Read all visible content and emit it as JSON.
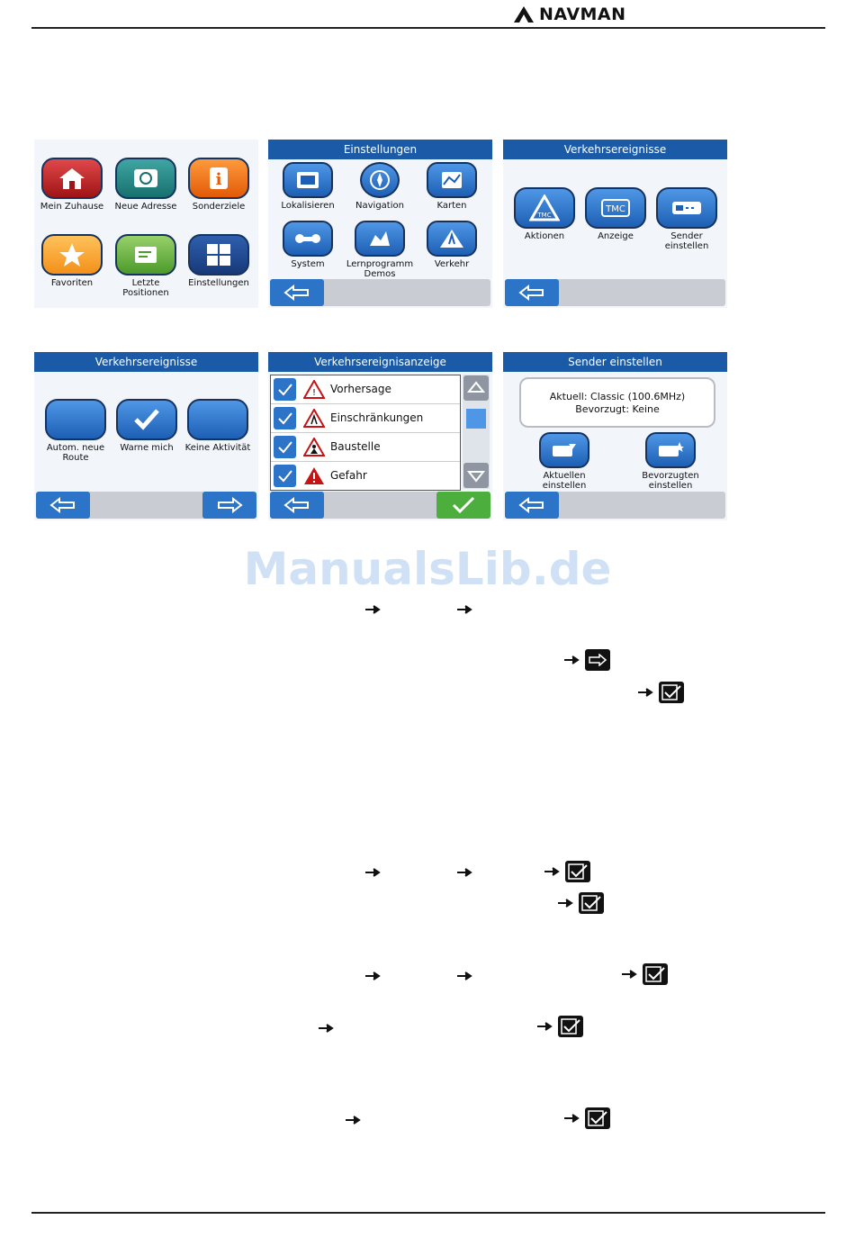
{
  "header": {
    "brand": "NAVMAN"
  },
  "watermark": "ManualsLib.de",
  "screens": {
    "main_menu": {
      "tiles": [
        "Mein Zuhause",
        "Neue Adresse",
        "Sonderziele",
        "Favoriten",
        "Letzte\nPositionen",
        "Einstellungen"
      ]
    },
    "einstellungen": {
      "title": "Einstellungen",
      "tiles": [
        "Lokalisieren",
        "Navigation",
        "Karten",
        "System",
        "Lernprogramm\nDemos",
        "Verkehr"
      ]
    },
    "verkehr1": {
      "title": "Verkehrsereignisse",
      "tiles": [
        "Aktionen",
        "Anzeige",
        "Sender\neinstellen"
      ]
    },
    "verkehr2": {
      "title": "Verkehrsereignisse",
      "tiles": [
        "Autom. neue\nRoute",
        "Warne mich",
        "Keine Aktivität"
      ]
    },
    "anzeige": {
      "title": "Verkehrsereignisanzeige",
      "rows": [
        "Vorhersage",
        "Einschränkungen",
        "Baustelle",
        "Gefahr"
      ]
    },
    "sender": {
      "title": "Sender einstellen",
      "info_line1": "Aktuell: Classic (100.6MHz)",
      "info_line2": "Bevorzugt: Keine",
      "tiles": [
        "Aktuellen\neinstellen",
        "Bevorzugten\neinstellen"
      ]
    }
  },
  "colors": {
    "title_bar": "#1a5aa6",
    "button_blue": "#2b74c8",
    "ok_green": "#4cae3c"
  },
  "icons": [
    "arrow-icon",
    "next-box-icon",
    "check-box-icon"
  ]
}
